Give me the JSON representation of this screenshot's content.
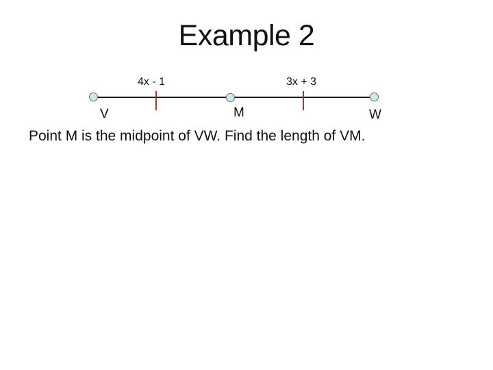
{
  "slide": {
    "title": "Example 2",
    "body": "Point M is the midpoint of VW. Find the length of VM."
  },
  "diagram": {
    "description": "Horizontal line segment VW with midpoint M; a red tick mark at the middle of each half segment with its length expression above",
    "points": [
      {
        "id": "V",
        "label": "V"
      },
      {
        "id": "M",
        "label": "M"
      },
      {
        "id": "W",
        "label": "W"
      }
    ],
    "segments": [
      {
        "from": "V",
        "to": "M",
        "length_label": "4x - 1"
      },
      {
        "from": "M",
        "to": "W",
        "length_label": "3x + 3"
      }
    ],
    "colors": {
      "line": "#1a1a1a",
      "tick": "#9a3a3a",
      "point_fill": "#cfe8ec",
      "point_outline": "#5b6e72"
    }
  }
}
